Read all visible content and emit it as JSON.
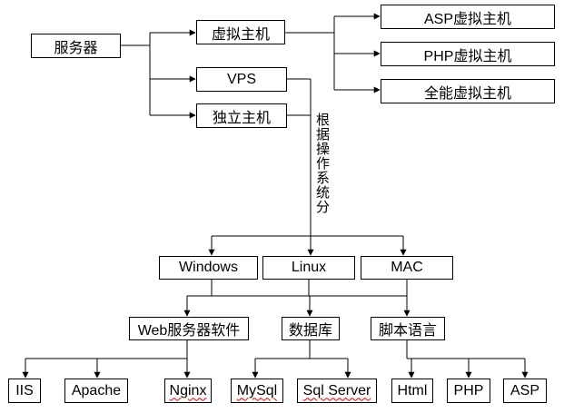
{
  "nodes": {
    "server": "服务器",
    "virtual_host": "虚拟主机",
    "vps": "VPS",
    "dedicated_host": "独立主机",
    "asp_virtual_host": "ASP虚拟主机",
    "php_virtual_host": "PHP虚拟主机",
    "full_virtual_host": "全能虚拟主机",
    "windows": "Windows",
    "linux": "Linux",
    "mac": "MAC",
    "web_server_software": "Web服务器软件",
    "database": "数据库",
    "script_language": "脚本语言",
    "iis": "IIS",
    "apache": "Apache",
    "nginx": "Nginx",
    "mysql": "MySql",
    "sql_server": "Sql Server",
    "html": "Html",
    "php": "PHP",
    "asp": "ASP"
  },
  "edge_label": "根据操作系统分"
}
